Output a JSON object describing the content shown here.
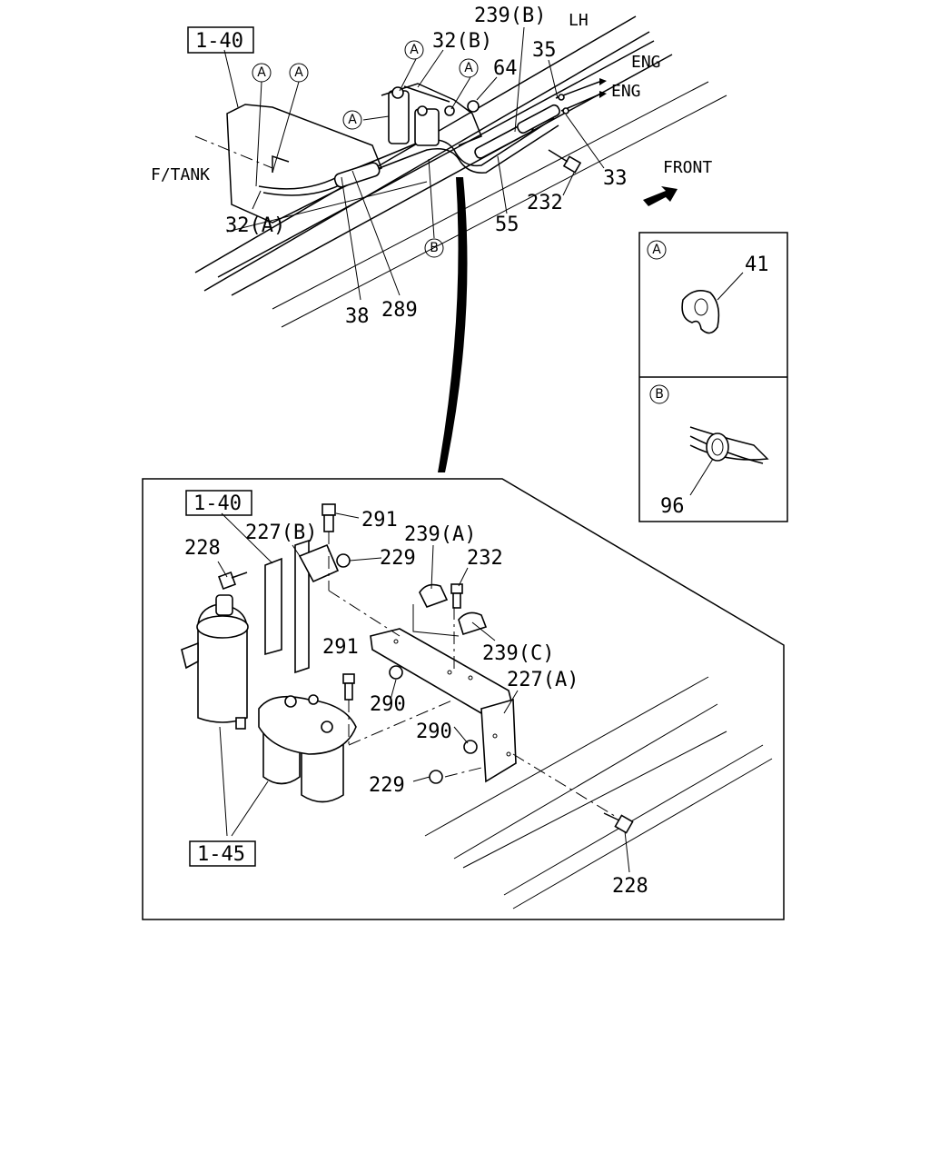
{
  "labels": {
    "ref_1_40_top": "1-40",
    "ref_1_40_detail": "1-40",
    "ref_1_45": "1-45",
    "p239b": "239(B)",
    "lh": "LH",
    "p32b": "32(B)",
    "p35": "35",
    "eng1": "ENG",
    "eng2": "ENG",
    "p64": "64",
    "ftank": "F/TANK",
    "p33": "33",
    "front": "FRONT",
    "p32a": "32(A)",
    "p232_top": "232",
    "p55": "55",
    "p38": "38",
    "p289": "289",
    "p41": "41",
    "p96": "96",
    "p291_top": "291",
    "p227b": "227(B)",
    "p239a": "239(A)",
    "p228_left": "228",
    "p229_top": "229",
    "p232_detail": "232",
    "p291_mid": "291",
    "p239c": "239(C)",
    "p227a": "227(A)",
    "p290_a": "290",
    "p290_b": "290",
    "p229_bottom": "229",
    "p228_bottom": "228",
    "callout_a": "A",
    "callout_b": "B"
  }
}
